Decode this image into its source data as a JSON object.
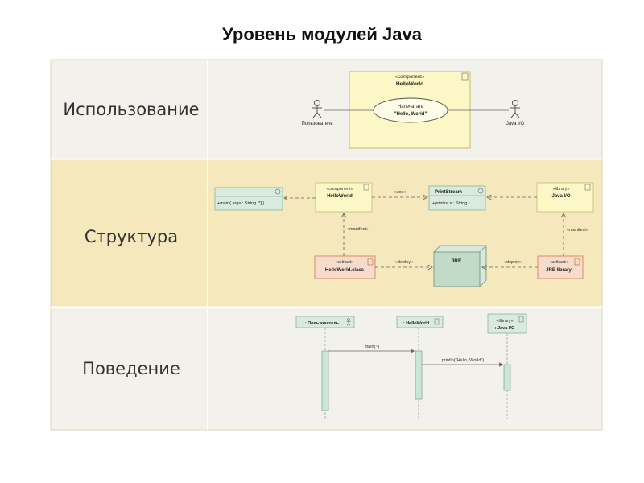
{
  "page": {
    "title": "Уровень модулей Java"
  },
  "rows": {
    "usage": "Использование",
    "structure": "Структура",
    "behavior": "Поведение"
  },
  "usage_diagram": {
    "component_stereotype": "«component»",
    "component_name": "HelloWorld",
    "actor_user": "Пользователь",
    "actor_io": "Java I/O",
    "usecase_line1": "Напечатать",
    "usecase_line2": "\"Hello, World\""
  },
  "structure_diagram": {
    "main_op": "+main( args : String [*] )",
    "hw_stereotype": "«component»",
    "hw_name": "HelloWorld",
    "use_label": "«use»",
    "ps_name": "PrintStream",
    "ps_op": "+println( s : String )",
    "lib_stereotype": "«library»",
    "lib_name": "Java I/O",
    "manifest_left": "«manifest»",
    "manifest_right": "«manifest»",
    "art1_stereotype": "«artifact»",
    "art1_name": "HelloWorld.class",
    "deploy_left": "«deploy»",
    "jre_name": "JRE",
    "deploy_right": "«deploy»",
    "art2_stereotype": "«artifact»",
    "art2_name": "JRE library"
  },
  "behavior_diagram": {
    "ll_user": ": Пользователь",
    "ll_hw": ": HelloWorld",
    "ll_lib_stereotype": "«library»",
    "ll_lib_name": ": Java I/O",
    "msg1": "main(~)",
    "msg2": "println(\"Hello, World\")"
  },
  "colors": {
    "band_light": "#f3f1ec",
    "band_yellow": "#f5e8bd",
    "note_yellow": "#fcf7c6",
    "cls_green": "#d9ebdf",
    "node_green": "#c2dbc9",
    "artifact_orange": "#f8dccb",
    "artifact_border": "#d9845a",
    "activation": "#c9e6d8"
  }
}
